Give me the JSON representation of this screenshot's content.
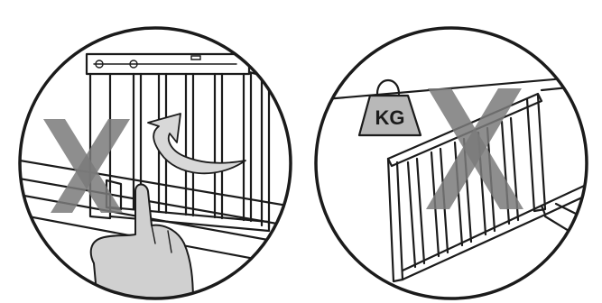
{
  "panels": [
    {
      "id": "left",
      "meaning": "do-not-operate-latch-by-reaching-through",
      "has_prohibition_mark": true
    },
    {
      "id": "right",
      "meaning": "do-not-load-gate",
      "has_prohibition_mark": true,
      "weight_label": "KG"
    }
  ],
  "colors": {
    "outline": "#1b1b1b",
    "prohibition_mark": "#7a7a7a",
    "weight_fill": "#b8b8b8",
    "hand_fill": "#d0d0d0",
    "arrow_fill": "#d8d8d8"
  },
  "icons": [
    "circle-frame",
    "gate-icon",
    "x-prohibition-icon",
    "hand-icon",
    "rotate-arrow-icon",
    "weight-icon"
  ]
}
